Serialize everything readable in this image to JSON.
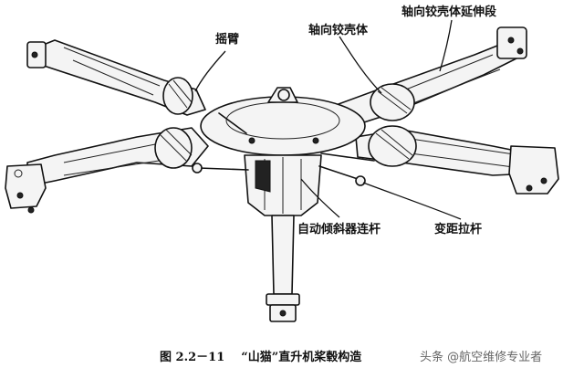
{
  "labels": {
    "swing_arm": "摇臂",
    "axial_hinge_housing": "轴向铰壳体",
    "axial_hinge_extension": "轴向铰壳体延伸段",
    "swashplate_link": "自动倾斜器连杆",
    "pitch_link": "变距拉杆"
  },
  "caption": {
    "figure_number": "图 2.2－11",
    "title": "“山猫”直升机桨毂构造"
  },
  "watermark": {
    "text": "头条 @航空维修专业者"
  }
}
